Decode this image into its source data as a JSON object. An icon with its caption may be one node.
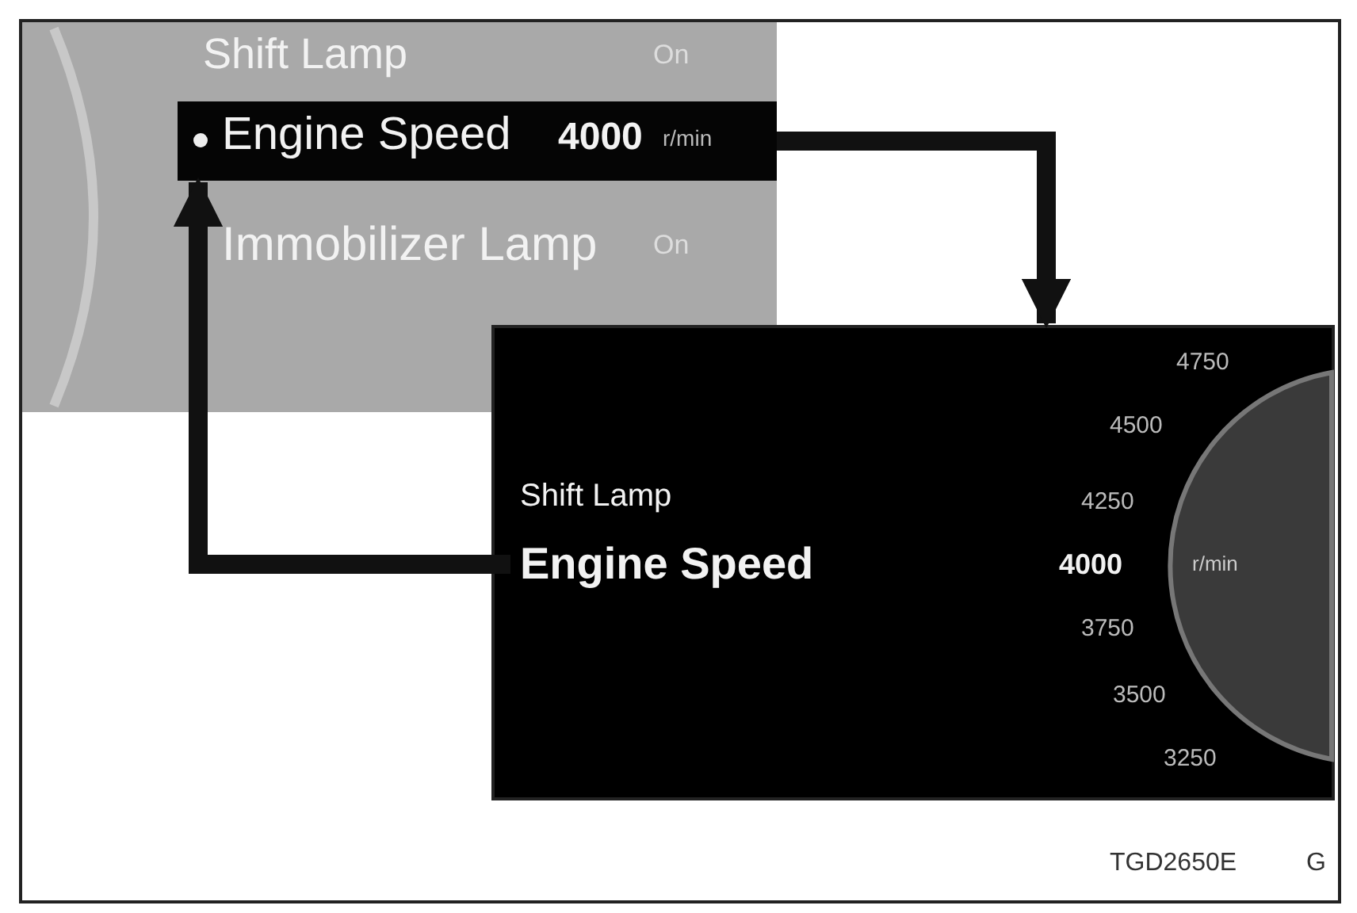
{
  "diagram": {
    "nodes": [
      {
        "text": [],
        "shape": "box"
      },
      {
        "text": [
          "Shift Lamp",
          "On"
        ],
        "in": 0
      },
      {
        "text": [
          "Engine Speed",
          "4000",
          "r/min"
        ],
        "in": 0
      },
      {
        "text": [
          "Immobilizer Lamp",
          "On"
        ],
        "in": 0
      },
      {
        "text": [],
        "shape": "box"
      },
      {
        "text": [
          "Shift Lamp"
        ],
        "in": 4
      },
      {
        "text": [
          "Engine Speed"
        ],
        "in": 4
      },
      {
        "text": [
          "4750",
          "4500",
          "4250",
          "4000",
          "3750",
          "3500",
          "3250",
          "r/min"
        ],
        "in": 4
      }
    ],
    "edges": [
      {
        "from": 2,
        "to": 4,
        "arrow": "to"
      },
      {
        "from": 6,
        "to": 2,
        "arrow": "to"
      }
    ],
    "labels": [
      "TGD2650E",
      "G"
    ]
  }
}
